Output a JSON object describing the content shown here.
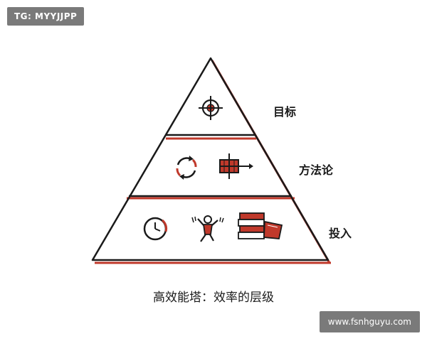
{
  "watermark": {
    "tag": "TG: MYYJJPP",
    "site": "www.fsnhguyu.com"
  },
  "levels": [
    {
      "label": "目标",
      "icons": [
        "crosshair-icon"
      ]
    },
    {
      "label": "方法论",
      "icons": [
        "cycle-arrows-icon",
        "gear-arrow-icon"
      ]
    },
    {
      "label": "投入",
      "icons": [
        "clock-icon",
        "person-exertion-icon",
        "books-icon"
      ]
    }
  ],
  "caption": "高效能塔：效率的层级",
  "colors": {
    "outline": "#1a1a1a",
    "accent": "#c0392b"
  }
}
